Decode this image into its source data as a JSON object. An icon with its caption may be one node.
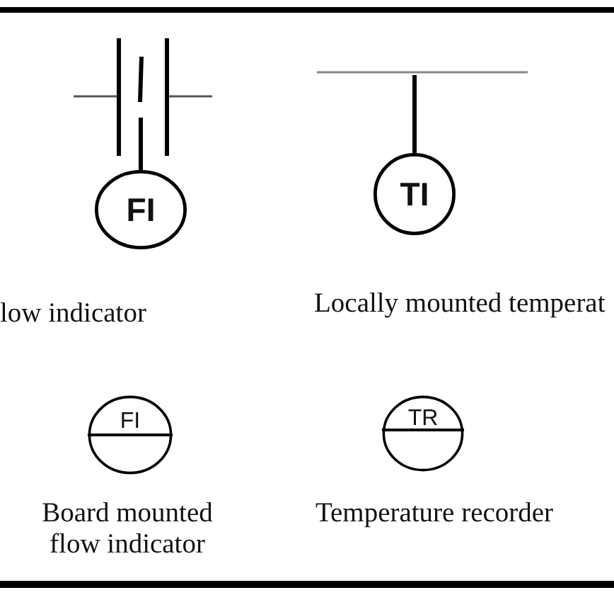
{
  "diagram": {
    "nodes": [
      {
        "text": [],
        "shape": "picture"
      },
      {
        "text": [
          "FI"
        ],
        "beside": [
          "low indicator"
        ]
      },
      {
        "text": [],
        "shape": "bar"
      },
      {
        "text": [
          "TI"
        ],
        "beside": [
          "Locally mounted temperat"
        ]
      },
      {
        "text": [
          "FI"
        ],
        "beside": [
          "Board mounted flow indicator"
        ]
      },
      {
        "text": [
          "TR"
        ],
        "beside": [
          "Temperature recorder"
        ]
      }
    ],
    "edges": [
      {
        "from": 0,
        "to": 1,
        "arrow": "none"
      },
      {
        "from": 2,
        "to": 3,
        "arrow": "none"
      }
    ]
  }
}
